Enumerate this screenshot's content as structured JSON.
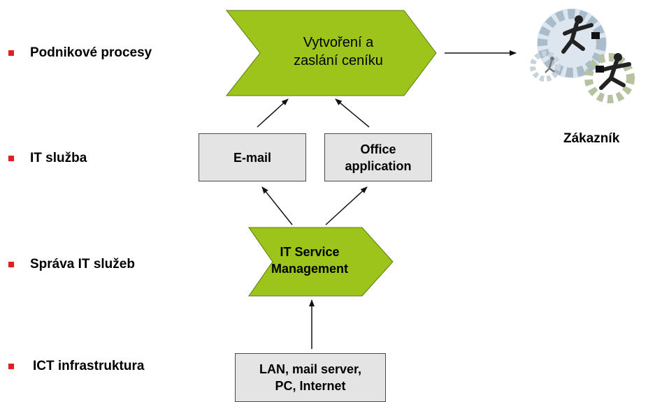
{
  "layers": [
    {
      "label": "Podnikové procesy"
    },
    {
      "label": "IT služba"
    },
    {
      "label": "Správa IT služeb"
    },
    {
      "label": "ICT infrastruktura"
    }
  ],
  "process_chevron": {
    "line1": "Vytvoření a",
    "line2": "zaslání ceníku"
  },
  "services": [
    {
      "line1": "E-mail",
      "line2": ""
    },
    {
      "line1": "Office",
      "line2": "application"
    }
  ],
  "itsm_chevron": {
    "line1": "IT Service",
    "line2": "Management"
  },
  "infrastructure": {
    "line1": "LAN, mail server,",
    "line2": "PC, Internet"
  },
  "customer": {
    "label": "Zákazník",
    "icon": "business-people-gears-icon"
  },
  "colors": {
    "chevron_fill": "#9cc41a",
    "box_fill": "#e4e4e4",
    "bullet": "#e02020",
    "gear": "#8fa6b8"
  }
}
